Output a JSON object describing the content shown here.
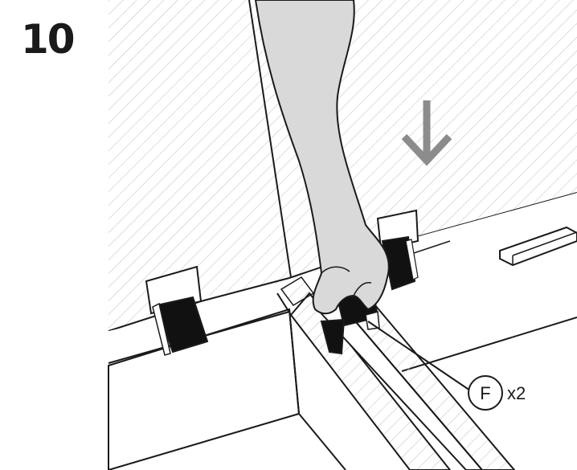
{
  "step": {
    "number": "10"
  },
  "callout": {
    "part_letter": "F",
    "quantity": "x2"
  },
  "colors": {
    "ink": "#1a1a1a",
    "hatch": "#c8c8c8",
    "hand": "#d9d9d9",
    "arrow": "#8c8c8c",
    "clip": "#111111"
  },
  "icons": {
    "direction": "down-arrow-icon"
  }
}
